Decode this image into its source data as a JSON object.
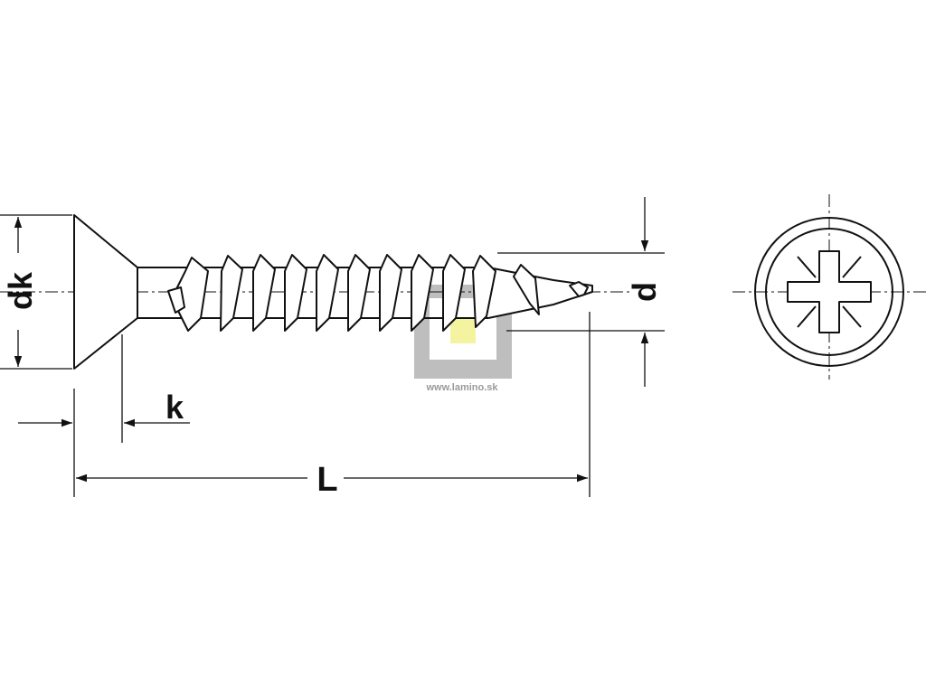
{
  "diagram": {
    "subject": "countersunk wood screw with pozidriv recess",
    "views": [
      "side-view",
      "head-top-view"
    ],
    "dimensions": {
      "head_diameter": "dk",
      "head_height": "k",
      "length": "L",
      "thread_diameter": "d"
    }
  },
  "watermark": {
    "text": "www.lamino.sk",
    "logo_colors": {
      "frame": "#b3b3b3",
      "center": "#f4f4a0"
    }
  },
  "colors": {
    "line": "#111111",
    "background": "#ffffff"
  }
}
